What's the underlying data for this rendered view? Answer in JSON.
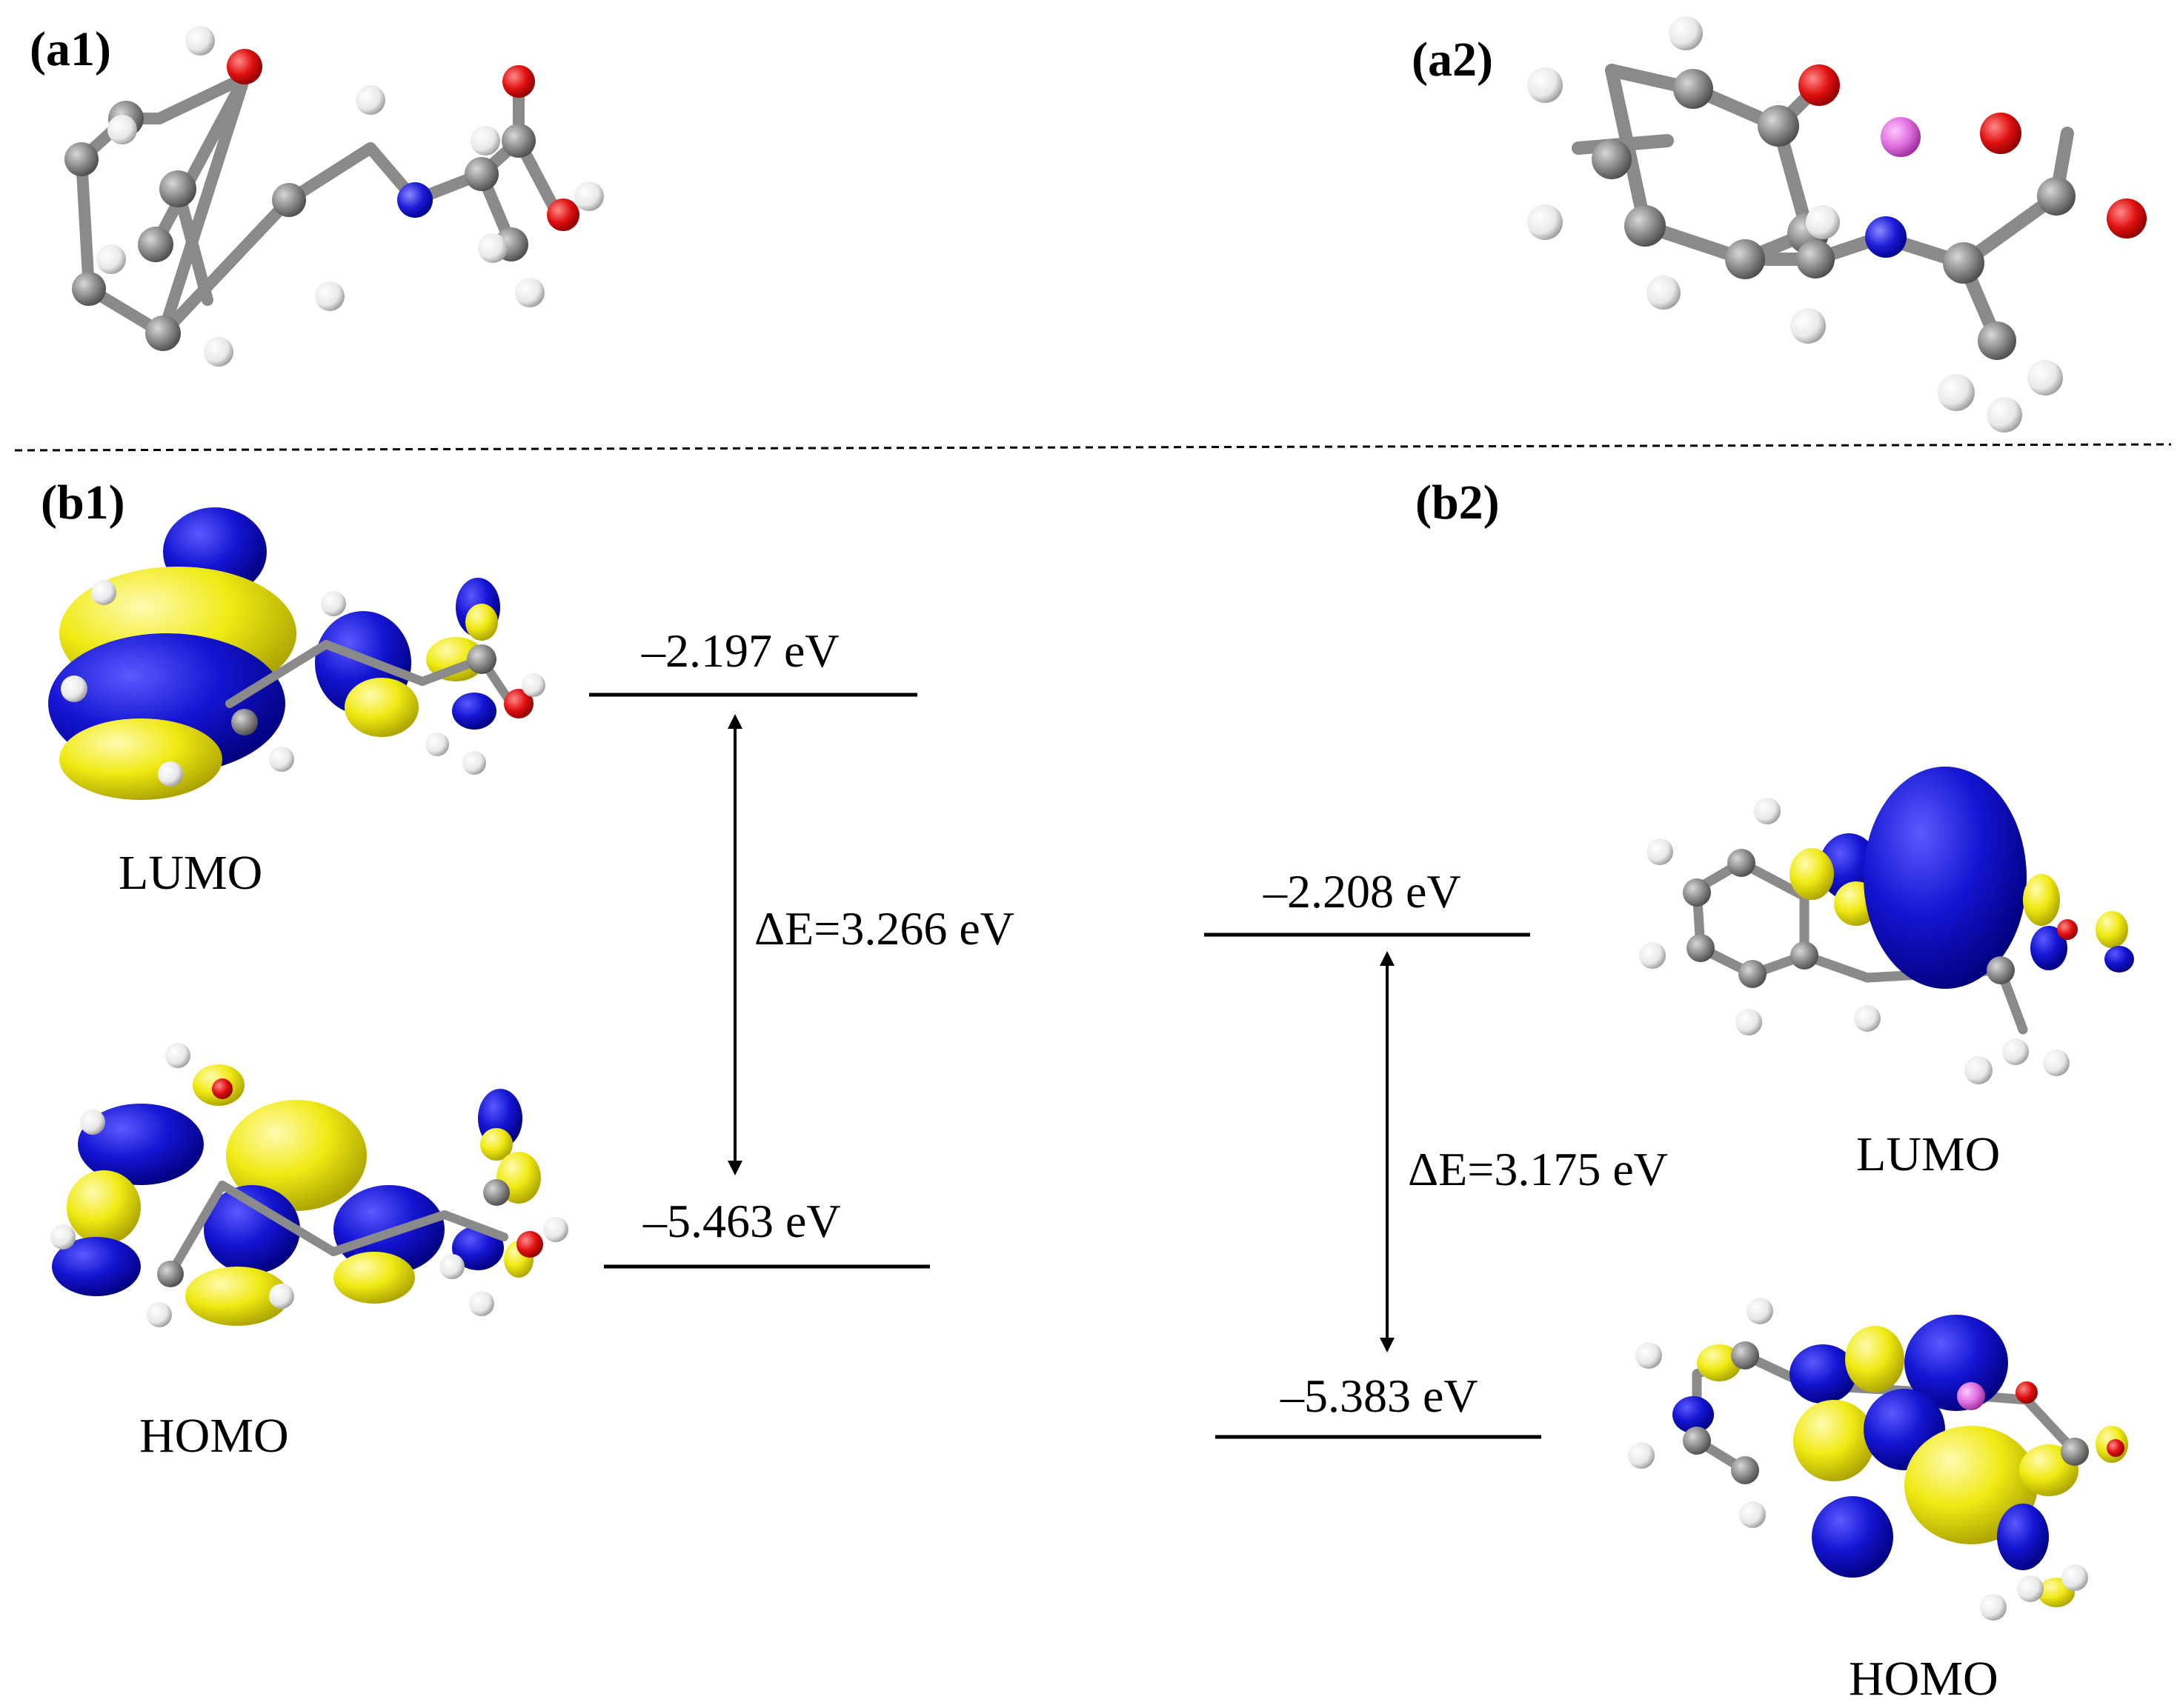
{
  "panels": {
    "a1": "(a1)",
    "a2": "(a2)",
    "b1": "(b1)",
    "b2": "(b2)"
  },
  "diagram_b1": {
    "lumo_energy": "–2.197 eV",
    "homo_energy": "–5.463 eV",
    "gap": "ΔE=3.266 eV",
    "lumo_label": "LUMO",
    "homo_label": "HOMO"
  },
  "diagram_b2": {
    "lumo_energy": "–2.208 eV",
    "homo_energy": "–5.383 eV",
    "gap": "ΔE=3.175 eV",
    "lumo_label": "LUMO",
    "homo_label": "HOMO"
  },
  "colors": {
    "carbon": "#8a8a8a",
    "hydrogen": "#f2f2f2",
    "oxygen": "#e01010",
    "nitrogen": "#1c1cd8",
    "boron": "#e070e0",
    "orbital_positive": "#1414d2",
    "orbital_negative": "#f0ea14"
  }
}
